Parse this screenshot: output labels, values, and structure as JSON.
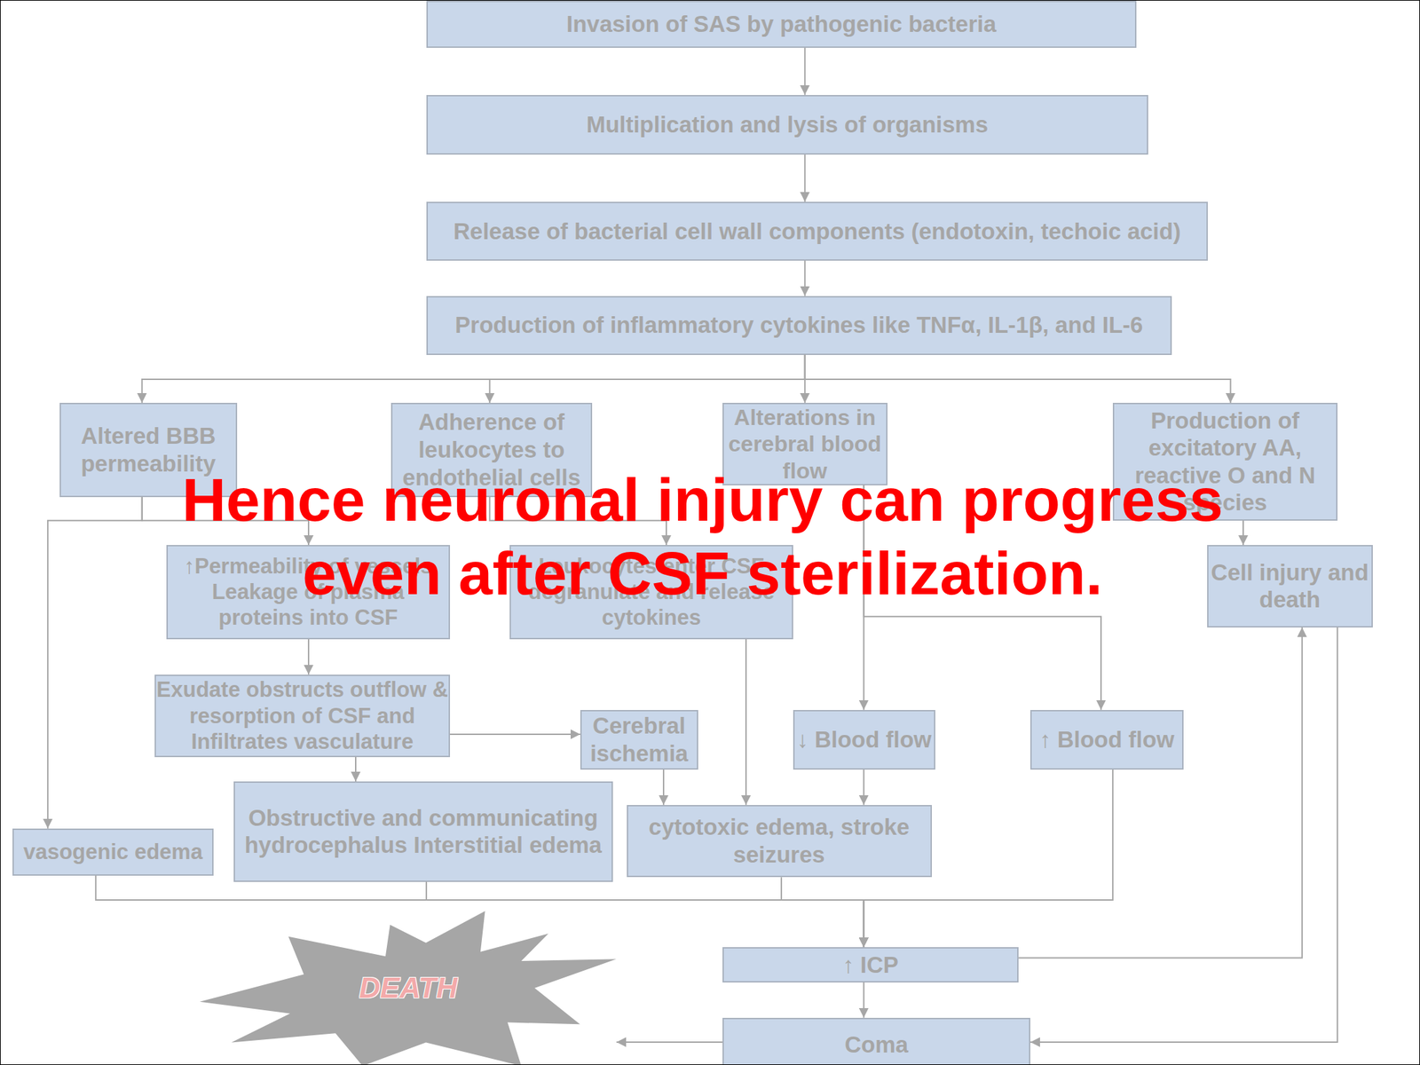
{
  "diagram": {
    "nodes": [
      {
        "text": [
          "Invasion of SAS by pathogenic bacteria"
        ]
      },
      {
        "text": [
          "Multiplication and lysis of organisms"
        ]
      },
      {
        "text": [
          "Release of bacterial cell wall components (endotoxin, techoic acid)"
        ]
      },
      {
        "text": [
          "Production of inflammatory cytokines like TNFα, IL-1β, and IL-6"
        ]
      },
      {
        "text": [
          "Altered BBB permeability"
        ]
      },
      {
        "text": [
          "Adherence of leukocytes to endothelial cells"
        ]
      },
      {
        "text": [
          "Alterations in cerebral blood flow"
        ]
      },
      {
        "text": [
          "Production of excitatory AA, reactive O and N species"
        ]
      },
      {
        "text": [
          "↑Permeability of vessels Leakage of plasma proteins into CSF"
        ]
      },
      {
        "text": [
          "Leukocytes enter CSF degranulate and release cytokines"
        ]
      },
      {
        "text": [
          "Cell injury and death"
        ]
      },
      {
        "text": [
          "Exudate obstructs outflow & resorption of CSF and Infiltrates vasculature"
        ]
      },
      {
        "text": [
          "Cerebral ischemia"
        ]
      },
      {
        "text": [
          "↓ Blood flow"
        ]
      },
      {
        "text": [
          "↑ Blood flow"
        ]
      },
      {
        "text": [
          "vasogenic edema"
        ]
      },
      {
        "text": [
          "Obstructive and communicating hydrocephalus Interstitial edema"
        ]
      },
      {
        "text": [
          "cytotoxic edema, stroke seizures"
        ]
      },
      {
        "text": [
          "↑ ICP"
        ]
      },
      {
        "text": [
          "Coma"
        ]
      },
      {
        "text": [
          "DEATH"
        ]
      }
    ],
    "edges": [
      {
        "from": 0,
        "to": 1,
        "arrow": "to"
      },
      {
        "from": 1,
        "to": 2,
        "arrow": "to"
      },
      {
        "from": 2,
        "to": 3,
        "arrow": "to"
      },
      {
        "from": 3,
        "to": 4,
        "arrow": "to"
      },
      {
        "from": 3,
        "to": 5,
        "arrow": "to"
      },
      {
        "from": 3,
        "to": 6,
        "arrow": "to"
      },
      {
        "from": 3,
        "to": 7,
        "arrow": "to"
      },
      {
        "from": 4,
        "to": 15,
        "arrow": "to"
      },
      {
        "from": 4,
        "to": 8,
        "arrow": "to"
      },
      {
        "from": 5,
        "to": 9,
        "arrow": "to"
      },
      {
        "from": 6,
        "to": 13,
        "arrow": "to"
      },
      {
        "from": 6,
        "to": 14,
        "arrow": "to"
      },
      {
        "from": 7,
        "to": 10,
        "arrow": "to"
      },
      {
        "from": 8,
        "to": 11,
        "arrow": "to"
      },
      {
        "from": 11,
        "to": 16,
        "arrow": "to"
      },
      {
        "from": 11,
        "to": 12,
        "arrow": "to"
      },
      {
        "from": 12,
        "to": 17,
        "arrow": "to"
      },
      {
        "from": 9,
        "to": 17,
        "arrow": "to"
      },
      {
        "from": 13,
        "to": 17,
        "arrow": "to"
      },
      {
        "from": 15,
        "to": 18,
        "arrow": "to"
      },
      {
        "from": 16,
        "to": 18,
        "arrow": "to"
      },
      {
        "from": 17,
        "to": 18,
        "arrow": "to"
      },
      {
        "from": 14,
        "to": 18,
        "arrow": "to"
      },
      {
        "from": 18,
        "to": 19,
        "arrow": "to"
      },
      {
        "from": 18,
        "to": 10,
        "arrow": "to"
      },
      {
        "from": 10,
        "to": 19,
        "arrow": "to"
      },
      {
        "from": 19,
        "to": 20,
        "arrow": "to"
      }
    ],
    "labels": [
      "Hence neuronal injury can progress even after CSF sterilization."
    ]
  }
}
